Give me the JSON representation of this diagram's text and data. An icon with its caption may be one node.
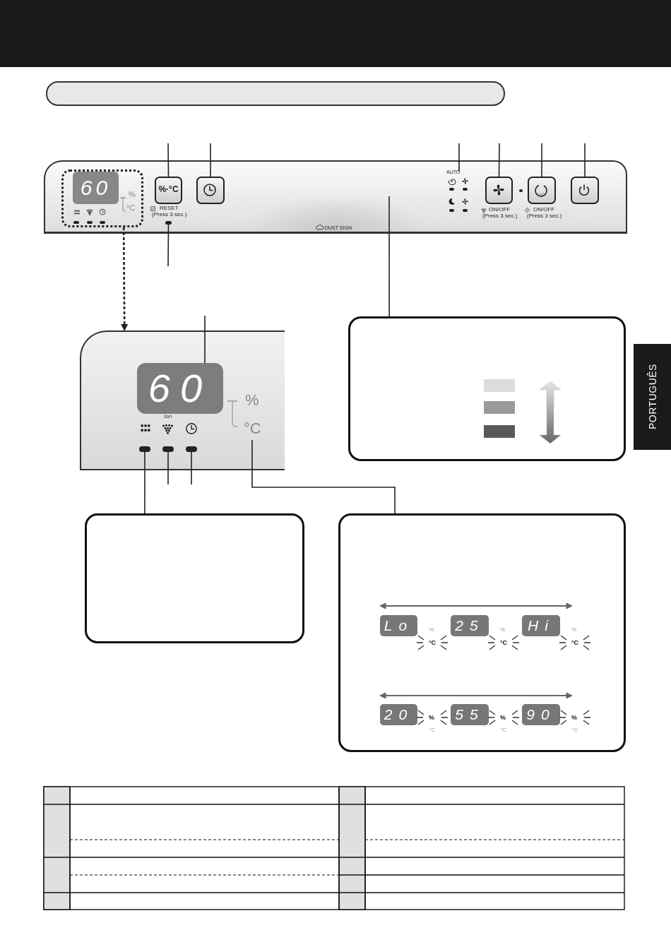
{
  "diagram": {
    "nodes": [
      {
        "text": [],
        "shape": "box"
      },
      {
        "text": [
          "60",
          "%",
          "°C"
        ],
        "in": 0
      },
      {
        "text": [
          "%·°C"
        ],
        "beside": [
          "RESET",
          "(Press 3 sec.)"
        ],
        "in": 0
      },
      {
        "text": [],
        "shape": "box",
        "in": 0
      },
      {
        "text": [
          "AUTO"
        ],
        "in": 0
      },
      {
        "text": [],
        "shape": "box",
        "beside": [
          "ON/OFF",
          "(Press 3 sec.)"
        ],
        "in": 0
      },
      {
        "text": [],
        "shape": "box",
        "beside": [
          "ON/OFF",
          "(Press 3 sec.)"
        ],
        "in": 0
      },
      {
        "text": [],
        "shape": "box",
        "in": 0
      },
      {
        "text": [],
        "shape": "bar",
        "in": 0
      },
      {
        "text": [
          "DUST SIGN"
        ],
        "in": 0
      },
      {
        "text": [],
        "shape": "box"
      },
      {
        "text": [],
        "shape": "box"
      },
      {
        "text": [
          "60"
        ],
        "beside": [
          "%"
        ],
        "in": 11
      },
      {
        "text": [],
        "shape": "bar",
        "in": 11
      },
      {
        "text": [],
        "shape": "bar",
        "in": 11
      },
      {
        "text": [],
        "shape": "bar",
        "in": 11
      },
      {
        "text": [
          "°C"
        ],
        "in": 11
      },
      {
        "text": [],
        "shape": "box"
      },
      {
        "text": [],
        "shape": "box"
      },
      {
        "text": [
          "Lo"
        ],
        "beside": [
          "%",
          "°C"
        ],
        "in": 18
      },
      {
        "text": [
          "25"
        ],
        "beside": [
          "%",
          "°C"
        ],
        "in": 18
      },
      {
        "text": [
          "Hi"
        ],
        "beside": [
          "%",
          "°C"
        ],
        "in": 18
      },
      {
        "text": [
          "20"
        ],
        "beside": [
          "%",
          "°C"
        ],
        "in": 18
      },
      {
        "text": [
          "55"
        ],
        "beside": [
          "%",
          "°C"
        ],
        "in": 18
      },
      {
        "text": [
          "90"
        ],
        "beside": [
          "%",
          "°C"
        ],
        "in": 18
      }
    ],
    "edges": [
      {
        "from": 1,
        "to": 11,
        "arrow": "to",
        "style": "dashed"
      },
      {
        "from": 2,
        "to": null,
        "arrow": "none"
      },
      {
        "from": 3,
        "to": null,
        "arrow": "none"
      },
      {
        "from": 4,
        "to": null,
        "arrow": "none"
      },
      {
        "from": 5,
        "to": null,
        "arrow": "none"
      },
      {
        "from": 6,
        "to": null,
        "arrow": "none"
      },
      {
        "from": 7,
        "to": null,
        "arrow": "none"
      },
      {
        "from": 8,
        "to": null,
        "arrow": "none"
      },
      {
        "from": 9,
        "to": 10,
        "arrow": "none"
      },
      {
        "from": 12,
        "to": null,
        "arrow": "none"
      },
      {
        "from": 13,
        "to": 17,
        "arrow": "none"
      },
      {
        "from": 14,
        "to": null,
        "arrow": "none"
      },
      {
        "from": 15,
        "to": null,
        "arrow": "none"
      },
      {
        "from": 16,
        "to": 18,
        "arrow": "none"
      }
    ],
    "labels": [
      "Ion",
      "PORTUGUÊS"
    ]
  }
}
